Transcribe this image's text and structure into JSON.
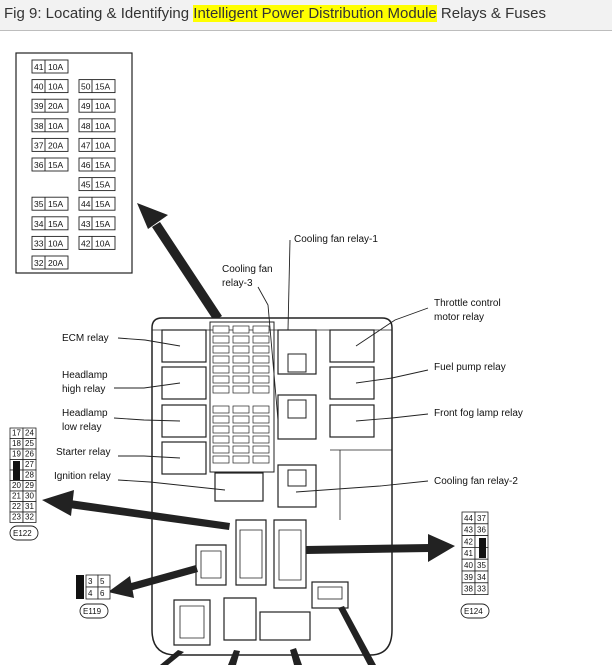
{
  "title": {
    "prefix": "Fig 9: Locating & Identifying ",
    "highlight": "Intelligent Power Distribution Module",
    "suffix": " Relays & Fuses"
  },
  "fuse_panel": {
    "left": [
      {
        "num": "41",
        "amp": "10A"
      },
      {
        "num": "40",
        "amp": "10A"
      },
      {
        "num": "39",
        "amp": "20A"
      },
      {
        "num": "38",
        "amp": "10A"
      },
      {
        "num": "37",
        "amp": "20A"
      },
      {
        "num": "36",
        "amp": "15A"
      },
      {
        "num": "35",
        "amp": "15A"
      },
      {
        "num": "34",
        "amp": "15A"
      },
      {
        "num": "33",
        "amp": "10A"
      },
      {
        "num": "32",
        "amp": "20A"
      }
    ],
    "right": [
      {
        "num": "50",
        "amp": "15A"
      },
      {
        "num": "49",
        "amp": "10A"
      },
      {
        "num": "48",
        "amp": "10A"
      },
      {
        "num": "47",
        "amp": "10A"
      },
      {
        "num": "46",
        "amp": "15A"
      },
      {
        "num": "45",
        "amp": "15A"
      },
      {
        "num": "44",
        "amp": "15A"
      },
      {
        "num": "43",
        "amp": "15A"
      },
      {
        "num": "42",
        "amp": "10A"
      }
    ]
  },
  "labels": {
    "cooling_fan_relay_1": "Cooling fan relay-1",
    "cooling_fan_relay_3_a": "Cooling fan",
    "cooling_fan_relay_3_b": "relay-3",
    "throttle_a": "Throttle control",
    "throttle_b": "motor relay",
    "ecm_relay": "ECM relay",
    "headlamp_high_a": "Headlamp",
    "headlamp_high_b": "high relay",
    "headlamp_low_a": "Headlamp",
    "headlamp_low_b": "low relay",
    "starter_relay": "Starter relay",
    "ignition_relay": "Ignition relay",
    "fuel_pump_relay": "Fuel pump relay",
    "front_fog_lamp_relay": "Front fog lamp relay",
    "cooling_fan_relay_2": "Cooling fan relay-2"
  },
  "connectors": {
    "e122": {
      "id": "E122",
      "rows": [
        [
          "17",
          "24"
        ],
        [
          "18",
          "25"
        ],
        [
          "19",
          "26"
        ],
        [
          "",
          "27"
        ],
        [
          "",
          "28"
        ],
        [
          "20",
          "29"
        ],
        [
          "21",
          "30"
        ],
        [
          "22",
          "31"
        ],
        [
          "23",
          "32"
        ]
      ]
    },
    "e119": {
      "id": "E119",
      "rows": [
        [
          "3",
          "5"
        ],
        [
          "4",
          "6"
        ]
      ]
    },
    "e124": {
      "id": "E124",
      "rows": [
        [
          "44",
          "37"
        ],
        [
          "43",
          "36"
        ],
        [
          "42",
          ""
        ],
        [
          "41",
          ""
        ],
        [
          "40",
          "35"
        ],
        [
          "39",
          "34"
        ],
        [
          "38",
          "33"
        ]
      ]
    }
  }
}
